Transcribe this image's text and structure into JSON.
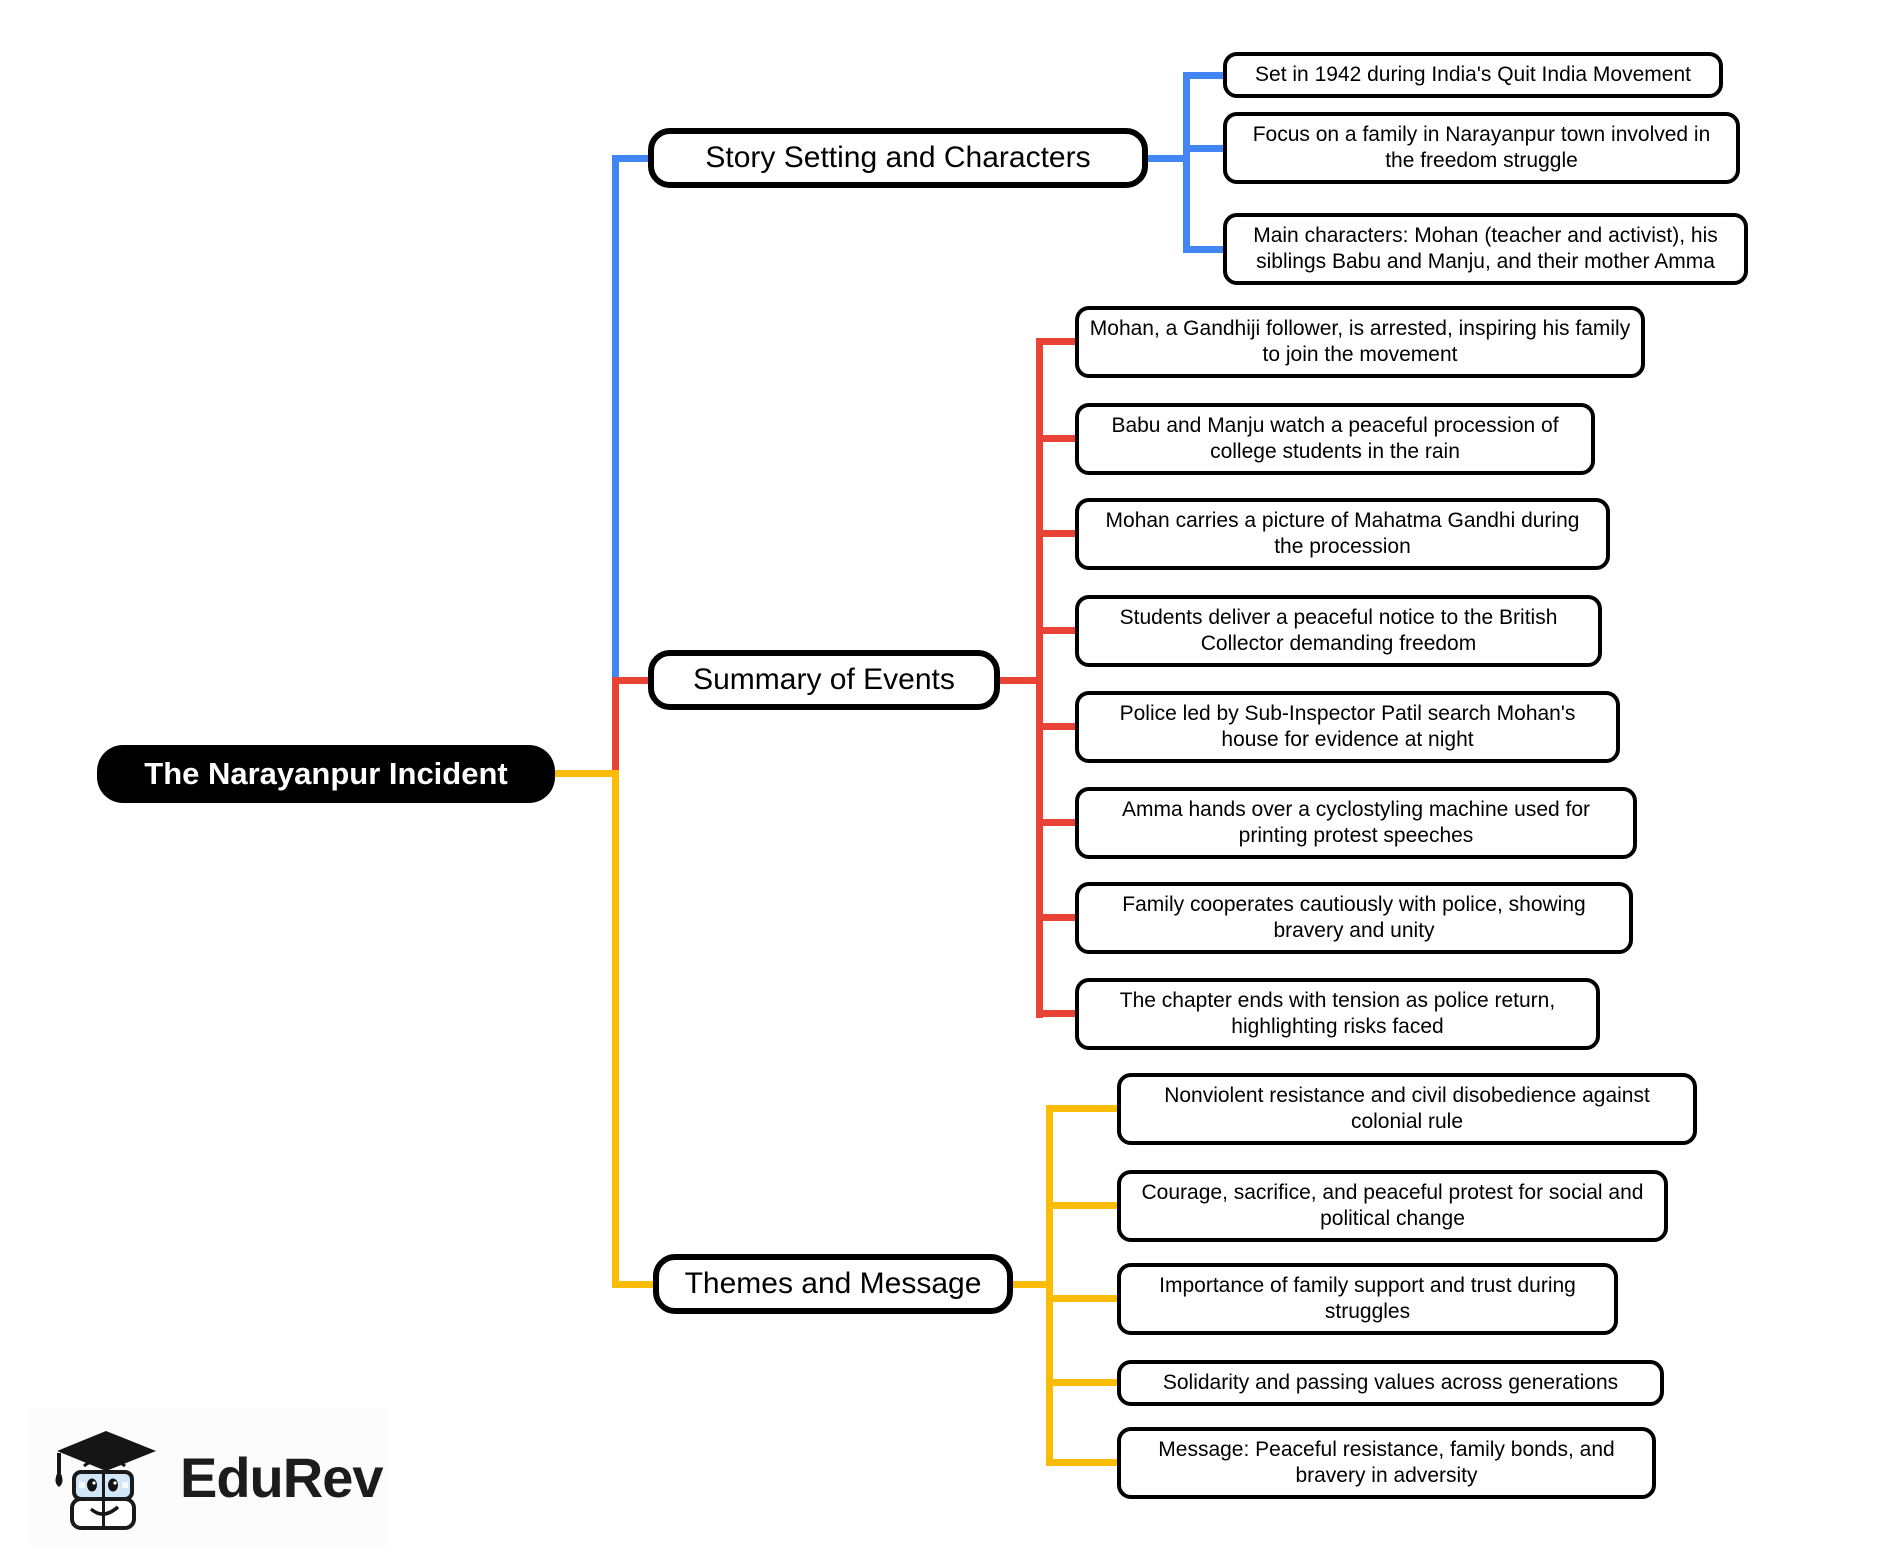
{
  "root": {
    "label": "The Narayanpur Incident"
  },
  "branches": [
    {
      "title": "Story Setting and Characters",
      "color": "#4285F4",
      "leaves": [
        "Set in 1942 during India's Quit India Movement",
        "Focus on a family in Narayanpur town involved in the freedom struggle",
        "Main characters: Mohan (teacher and activist), his siblings Babu and Manju, and their mother Amma"
      ]
    },
    {
      "title": "Summary of Events",
      "color": "#E84335",
      "leaves": [
        "Mohan, a Gandhiji follower, is arrested, inspiring his family to join the movement",
        "Babu and Manju watch a peaceful procession of college students in the rain",
        "Mohan carries a picture of Mahatma Gandhi during the procession",
        "Students deliver a peaceful notice to the British Collector demanding freedom",
        "Police led by Sub-Inspector Patil search Mohan's house for evidence at night",
        "Amma hands over a cyclostyling machine used for printing protest speeches",
        "Family cooperates cautiously with police, showing bravery and unity",
        "The chapter ends with tension as police return, highlighting risks faced"
      ]
    },
    {
      "title": "Themes and Message",
      "color": "#FBBC05",
      "leaves": [
        "Nonviolent resistance and civil disobedience against colonial rule",
        "Courage, sacrifice, and peaceful protest for social and political change",
        "Importance of family support and trust during struggles",
        "Solidarity and passing values across generations",
        "Message: Peaceful resistance, family bonds, and bravery in adversity"
      ]
    }
  ],
  "logo": {
    "brand": "EduRev",
    "icon": "edurev-mascot-graduation-cap-icon"
  },
  "colors": {
    "blue": "#4285F4",
    "red": "#E84335",
    "yellow": "#FBBC05",
    "root_bg": "#000000"
  }
}
